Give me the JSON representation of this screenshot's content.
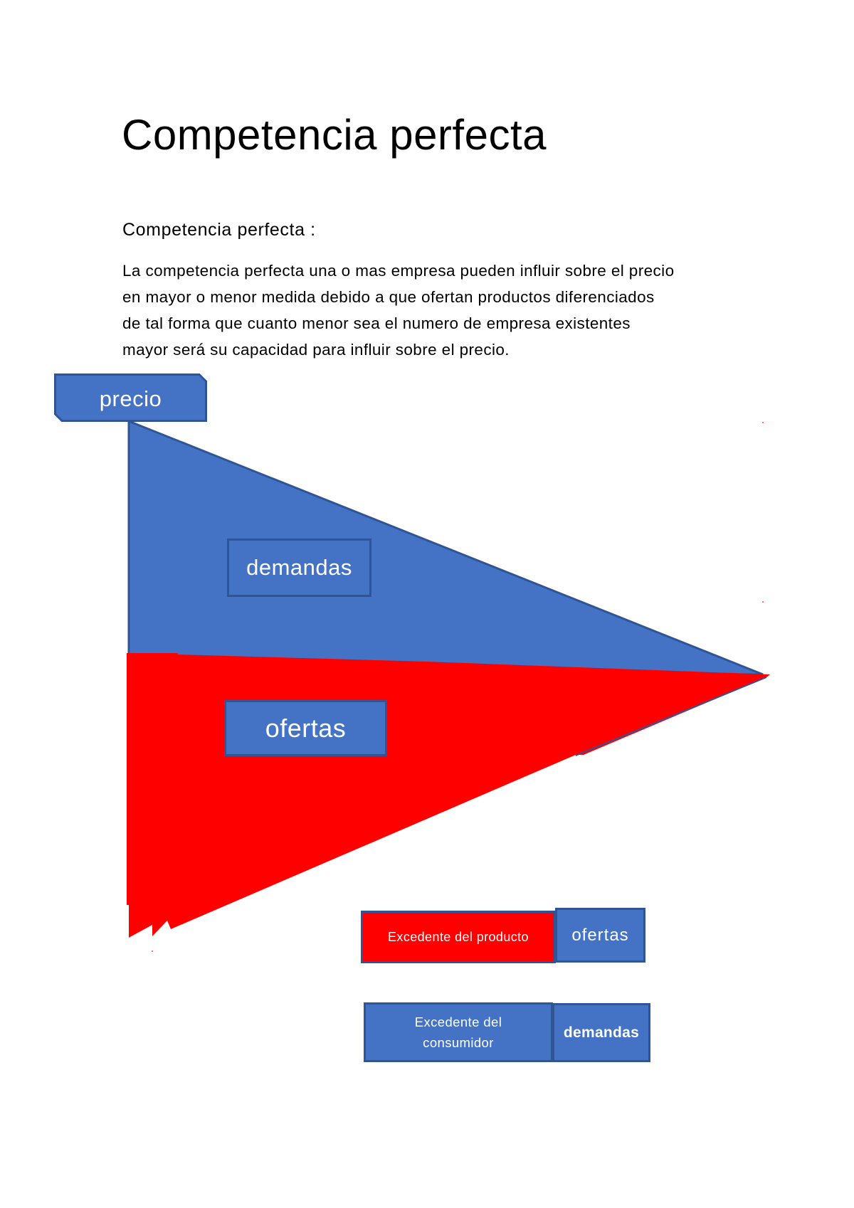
{
  "document": {
    "title": "Competencia perfecta",
    "section_heading": "Competencia perfecta :",
    "body_lines": [
      "La competencia perfecta una o mas empresa pueden influir sobre el precio",
      "en mayor o menor medida debido a que ofertan productos diferenciados",
      "de tal forma que cuanto menor sea el numero de empresa existentes",
      "mayor será su capacidad para influir sobre el precio."
    ]
  },
  "diagram": {
    "axis_label": "precio",
    "demand_region_label": "demandas",
    "supply_region_label": "ofertas",
    "colors": {
      "demand_fill": "#4472c4",
      "supply_fill": "#ff0000",
      "box_border": "#2f5597",
      "label_text": "#ffffff"
    }
  },
  "legend": {
    "rows": [
      {
        "swatch_label": "Excedente del producto",
        "swatch_color": "#ff0000",
        "series_label": "ofertas"
      },
      {
        "swatch_label_line1": "Excedente del",
        "swatch_label_line2": "consumidor",
        "swatch_color": "#4472c4",
        "series_label": "demandas"
      }
    ]
  }
}
